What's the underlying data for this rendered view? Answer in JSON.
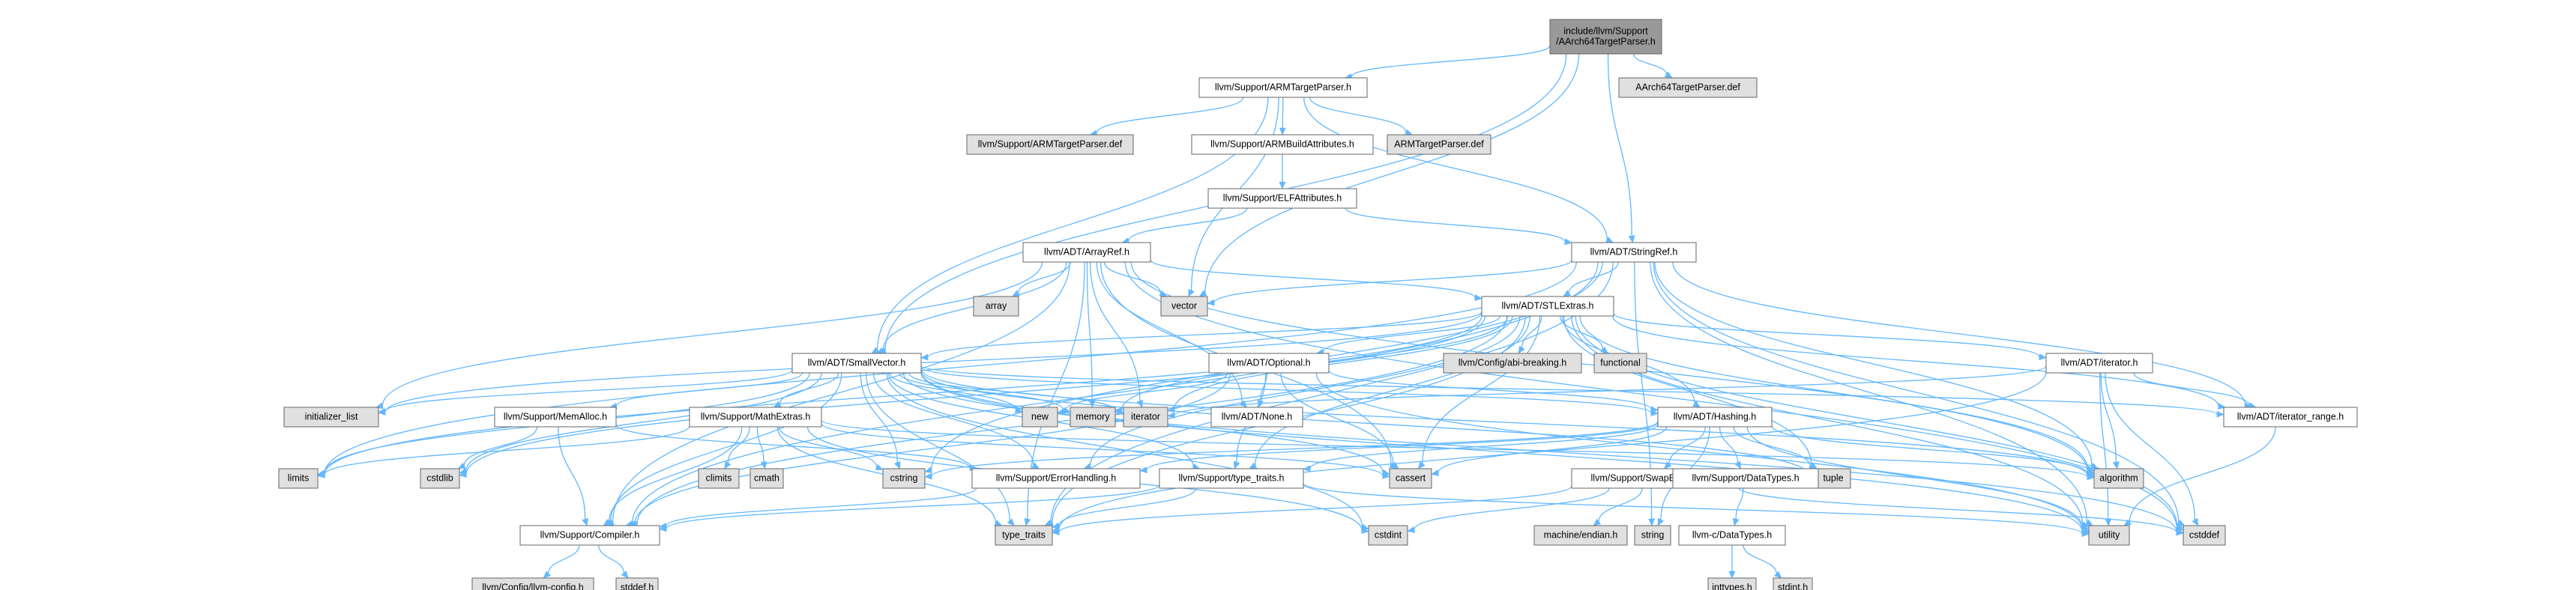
{
  "graph": {
    "nodes": [
      {
        "id": "root",
        "label": [
          "include/llvm/Support",
          "/AArch64TargetParser.h"
        ],
        "kind": "root"
      },
      {
        "id": "armtp",
        "label": [
          "llvm/Support/ARMTargetParser.h"
        ],
        "kind": "file"
      },
      {
        "id": "aarch64def",
        "label": [
          "AArch64TargetParser.def"
        ],
        "kind": "external"
      },
      {
        "id": "armtpdef_full",
        "label": [
          "llvm/Support/ARMTargetParser.def"
        ],
        "kind": "external"
      },
      {
        "id": "armbuild",
        "label": [
          "llvm/Support/ARMBuildAttributes.h"
        ],
        "kind": "file"
      },
      {
        "id": "armtpdef",
        "label": [
          "ARMTargetParser.def"
        ],
        "kind": "external"
      },
      {
        "id": "elfattr",
        "label": [
          "llvm/Support/ELFAttributes.h"
        ],
        "kind": "file"
      },
      {
        "id": "arrayref",
        "label": [
          "llvm/ADT/ArrayRef.h"
        ],
        "kind": "file"
      },
      {
        "id": "stringref",
        "label": [
          "llvm/ADT/StringRef.h"
        ],
        "kind": "file"
      },
      {
        "id": "array",
        "label": [
          "array"
        ],
        "kind": "external"
      },
      {
        "id": "vector",
        "label": [
          "vector"
        ],
        "kind": "external"
      },
      {
        "id": "stlextras",
        "label": [
          "llvm/ADT/STLExtras.h"
        ],
        "kind": "file"
      },
      {
        "id": "abibreaking",
        "label": [
          "llvm/Config/abi-breaking.h"
        ],
        "kind": "external"
      },
      {
        "id": "functional",
        "label": [
          "functional"
        ],
        "kind": "external"
      },
      {
        "id": "smallvector",
        "label": [
          "llvm/ADT/SmallVector.h"
        ],
        "kind": "file"
      },
      {
        "id": "optional",
        "label": [
          "llvm/ADT/Optional.h"
        ],
        "kind": "file"
      },
      {
        "id": "adtiterator",
        "label": [
          "llvm/ADT/iterator.h"
        ],
        "kind": "file"
      },
      {
        "id": "initlist",
        "label": [
          "initializer_list"
        ],
        "kind": "external"
      },
      {
        "id": "memalloc",
        "label": [
          "llvm/Support/MemAlloc.h"
        ],
        "kind": "file"
      },
      {
        "id": "mathextras",
        "label": [
          "llvm/Support/MathExtras.h"
        ],
        "kind": "file"
      },
      {
        "id": "new",
        "label": [
          "new"
        ],
        "kind": "external"
      },
      {
        "id": "memory",
        "label": [
          "memory"
        ],
        "kind": "external"
      },
      {
        "id": "iteratorstd",
        "label": [
          "iterator"
        ],
        "kind": "external"
      },
      {
        "id": "none",
        "label": [
          "llvm/ADT/None.h"
        ],
        "kind": "file"
      },
      {
        "id": "hashing",
        "label": [
          "llvm/ADT/Hashing.h"
        ],
        "kind": "file"
      },
      {
        "id": "iterrange",
        "label": [
          "llvm/ADT/iterator_range.h"
        ],
        "kind": "file"
      },
      {
        "id": "limits",
        "label": [
          "limits"
        ],
        "kind": "external"
      },
      {
        "id": "cstdlib",
        "label": [
          "cstdlib"
        ],
        "kind": "external"
      },
      {
        "id": "climits",
        "label": [
          "climits"
        ],
        "kind": "external"
      },
      {
        "id": "cmath",
        "label": [
          "cmath"
        ],
        "kind": "external"
      },
      {
        "id": "cstring",
        "label": [
          "cstring"
        ],
        "kind": "external"
      },
      {
        "id": "errhandling",
        "label": [
          "llvm/Support/ErrorHandling.h"
        ],
        "kind": "file"
      },
      {
        "id": "typetraitsh",
        "label": [
          "llvm/Support/type_traits.h"
        ],
        "kind": "file"
      },
      {
        "id": "cassert",
        "label": [
          "cassert"
        ],
        "kind": "external"
      },
      {
        "id": "tuple",
        "label": [
          "tuple"
        ],
        "kind": "external"
      },
      {
        "id": "algorithm",
        "label": [
          "algorithm"
        ],
        "kind": "external"
      },
      {
        "id": "swapbyte",
        "label": [
          "llvm/Support/SwapByteOrder.h"
        ],
        "kind": "file"
      },
      {
        "id": "datatypesh",
        "label": [
          "llvm/Support/DataTypes.h"
        ],
        "kind": "file"
      },
      {
        "id": "compiler",
        "label": [
          "llvm/Support/Compiler.h"
        ],
        "kind": "file"
      },
      {
        "id": "typetraits",
        "label": [
          "type_traits"
        ],
        "kind": "external"
      },
      {
        "id": "cstdint",
        "label": [
          "cstdint"
        ],
        "kind": "external"
      },
      {
        "id": "machendian",
        "label": [
          "machine/endian.h"
        ],
        "kind": "external"
      },
      {
        "id": "string",
        "label": [
          "string"
        ],
        "kind": "external"
      },
      {
        "id": "cdatatypes",
        "label": [
          "llvm-c/DataTypes.h"
        ],
        "kind": "broken"
      },
      {
        "id": "utility",
        "label": [
          "utility"
        ],
        "kind": "external"
      },
      {
        "id": "cstddef",
        "label": [
          "cstddef"
        ],
        "kind": "external"
      },
      {
        "id": "llvmconfig",
        "label": [
          "llvm/Config/llvm-config.h"
        ],
        "kind": "external"
      },
      {
        "id": "stddefh",
        "label": [
          "stddef.h"
        ],
        "kind": "external"
      },
      {
        "id": "inttypes",
        "label": [
          "inttypes.h"
        ],
        "kind": "external"
      },
      {
        "id": "stdinth",
        "label": [
          "stdint.h"
        ],
        "kind": "external"
      }
    ],
    "edges": [
      [
        "root",
        "armtp"
      ],
      [
        "root",
        "aarch64def"
      ],
      [
        "root",
        "stringref"
      ],
      [
        "root",
        "vector"
      ],
      [
        "root",
        "smallvector"
      ],
      [
        "armtp",
        "armtpdef_full"
      ],
      [
        "armtp",
        "armbuild"
      ],
      [
        "armtp",
        "armtpdef"
      ],
      [
        "armtp",
        "stringref"
      ],
      [
        "armtp",
        "vector"
      ],
      [
        "armtp",
        "smallvector"
      ],
      [
        "armbuild",
        "elfattr"
      ],
      [
        "elfattr",
        "arrayref"
      ],
      [
        "elfattr",
        "stringref"
      ],
      [
        "arrayref",
        "array"
      ],
      [
        "arrayref",
        "vector"
      ],
      [
        "arrayref",
        "stlextras"
      ],
      [
        "arrayref",
        "smallvector"
      ],
      [
        "arrayref",
        "none"
      ],
      [
        "arrayref",
        "initlist"
      ],
      [
        "arrayref",
        "memory"
      ],
      [
        "arrayref",
        "iteratorstd"
      ],
      [
        "arrayref",
        "cassert"
      ],
      [
        "arrayref",
        "algorithm"
      ],
      [
        "arrayref",
        "cstddef"
      ],
      [
        "arrayref",
        "compiler"
      ],
      [
        "arrayref",
        "typetraits"
      ],
      [
        "stringref",
        "stlextras"
      ],
      [
        "stringref",
        "iterrange"
      ],
      [
        "stringref",
        "vector"
      ],
      [
        "stringref",
        "limits"
      ],
      [
        "stringref",
        "cstring"
      ],
      [
        "stringref",
        "typetraits"
      ],
      [
        "stringref",
        "string"
      ],
      [
        "stringref",
        "utility"
      ],
      [
        "stringref",
        "cstddef"
      ],
      [
        "stringref",
        "algorithm"
      ],
      [
        "stringref",
        "compiler"
      ],
      [
        "stlextras",
        "abibreaking"
      ],
      [
        "stlextras",
        "functional"
      ],
      [
        "stlextras",
        "smallvector"
      ],
      [
        "stlextras",
        "optional"
      ],
      [
        "stlextras",
        "adtiterator"
      ],
      [
        "stlextras",
        "iterrange"
      ],
      [
        "stlextras",
        "hashing"
      ],
      [
        "stlextras",
        "initlist"
      ],
      [
        "stlextras",
        "iteratorstd"
      ],
      [
        "stlextras",
        "limits"
      ],
      [
        "stlextras",
        "memory"
      ],
      [
        "stlextras",
        "tuple"
      ],
      [
        "stlextras",
        "utility"
      ],
      [
        "stlextras",
        "cassert"
      ],
      [
        "stlextras",
        "cstdlib"
      ],
      [
        "stlextras",
        "errhandling"
      ],
      [
        "stlextras",
        "typetraitsh"
      ],
      [
        "stlextras",
        "compiler"
      ],
      [
        "stlextras",
        "algorithm"
      ],
      [
        "stlextras",
        "cstddef"
      ],
      [
        "stlextras",
        "typetraits"
      ],
      [
        "smallvector",
        "memalloc"
      ],
      [
        "smallvector",
        "mathextras"
      ],
      [
        "smallvector",
        "iterrange"
      ],
      [
        "smallvector",
        "typetraitsh"
      ],
      [
        "smallvector",
        "compiler"
      ],
      [
        "smallvector",
        "errhandling"
      ],
      [
        "smallvector",
        "initlist"
      ],
      [
        "smallvector",
        "new"
      ],
      [
        "smallvector",
        "memory"
      ],
      [
        "smallvector",
        "iteratorstd"
      ],
      [
        "smallvector",
        "limits"
      ],
      [
        "smallvector",
        "cstdlib"
      ],
      [
        "smallvector",
        "cstring"
      ],
      [
        "smallvector",
        "cassert"
      ],
      [
        "smallvector",
        "algorithm"
      ],
      [
        "smallvector",
        "cstddef"
      ],
      [
        "smallvector",
        "typetraits"
      ],
      [
        "smallvector",
        "utility"
      ],
      [
        "smallvector",
        "cstdint"
      ],
      [
        "smallvector",
        "tuple"
      ],
      [
        "smallvector",
        "hashing"
      ],
      [
        "optional",
        "none"
      ],
      [
        "optional",
        "hashing"
      ],
      [
        "optional",
        "new"
      ],
      [
        "optional",
        "cassert"
      ],
      [
        "optional",
        "utility"
      ],
      [
        "optional",
        "compiler"
      ],
      [
        "optional",
        "typetraitsh"
      ],
      [
        "adtiterator",
        "iterrange"
      ],
      [
        "adtiterator",
        "cstddef"
      ],
      [
        "adtiterator",
        "iteratorstd"
      ],
      [
        "adtiterator",
        "typetraits"
      ],
      [
        "adtiterator",
        "utility"
      ],
      [
        "adtiterator",
        "algorithm"
      ],
      [
        "memalloc",
        "compiler"
      ],
      [
        "memalloc",
        "errhandling"
      ],
      [
        "memalloc",
        "cstdlib"
      ],
      [
        "mathextras",
        "compiler"
      ],
      [
        "mathextras",
        "climits"
      ],
      [
        "mathextras",
        "cmath"
      ],
      [
        "mathextras",
        "cstring"
      ],
      [
        "mathextras",
        "limits"
      ],
      [
        "mathextras",
        "typetraits"
      ],
      [
        "mathextras",
        "cassert"
      ],
      [
        "mathextras",
        "algorithm"
      ],
      [
        "mathextras",
        "cstdint"
      ],
      [
        "hashing",
        "errhandling"
      ],
      [
        "hashing",
        "swapbyte"
      ],
      [
        "hashing",
        "datatypesh"
      ],
      [
        "hashing",
        "typetraitsh"
      ],
      [
        "hashing",
        "algorithm"
      ],
      [
        "hashing",
        "cassert"
      ],
      [
        "hashing",
        "cstring"
      ],
      [
        "hashing",
        "string"
      ],
      [
        "hashing",
        "tuple"
      ],
      [
        "hashing",
        "utility"
      ],
      [
        "iterrange",
        "utility"
      ],
      [
        "errhandling",
        "compiler"
      ],
      [
        "typetraitsh",
        "compiler"
      ],
      [
        "typetraitsh",
        "typetraits"
      ],
      [
        "typetraitsh",
        "utility"
      ],
      [
        "swapbyte",
        "cstddef"
      ],
      [
        "swapbyte",
        "cstdint"
      ],
      [
        "swapbyte",
        "typetraits"
      ],
      [
        "swapbyte",
        "machendian"
      ],
      [
        "datatypesh",
        "cdatatypes"
      ],
      [
        "cdatatypes",
        "inttypes"
      ],
      [
        "cdatatypes",
        "stdinth"
      ],
      [
        "compiler",
        "llvmconfig"
      ],
      [
        "compiler",
        "stddefh"
      ]
    ],
    "colors": {
      "root_fill": "#999999",
      "file_fill": "#ffffff",
      "external_fill": "#e0e0e0",
      "broken_border": "#ff0000",
      "edge": "#63b8ff"
    }
  }
}
